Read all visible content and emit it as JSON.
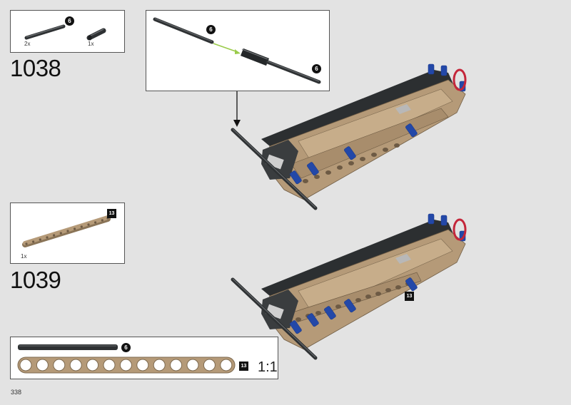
{
  "steps": [
    {
      "number": "1038",
      "parts": [
        {
          "qty": "2x",
          "part": "axle",
          "size": "6"
        },
        {
          "qty": "1x",
          "part": "axle-connector"
        }
      ],
      "subassembly_callouts": [
        "6",
        "6"
      ]
    },
    {
      "number": "1039",
      "parts": [
        {
          "qty": "1x",
          "part": "liftarm",
          "size": "13"
        }
      ],
      "model_callout": "13"
    }
  ],
  "scale_ruler": {
    "axle_size": "6",
    "liftarm_size": "13",
    "scale_label": "1:1"
  },
  "page_number": "338",
  "colors": {
    "tan": "#b59a78",
    "dark_gray": "#3a3d3f",
    "blue_pin": "#2348a8",
    "red": "#c4263a"
  }
}
